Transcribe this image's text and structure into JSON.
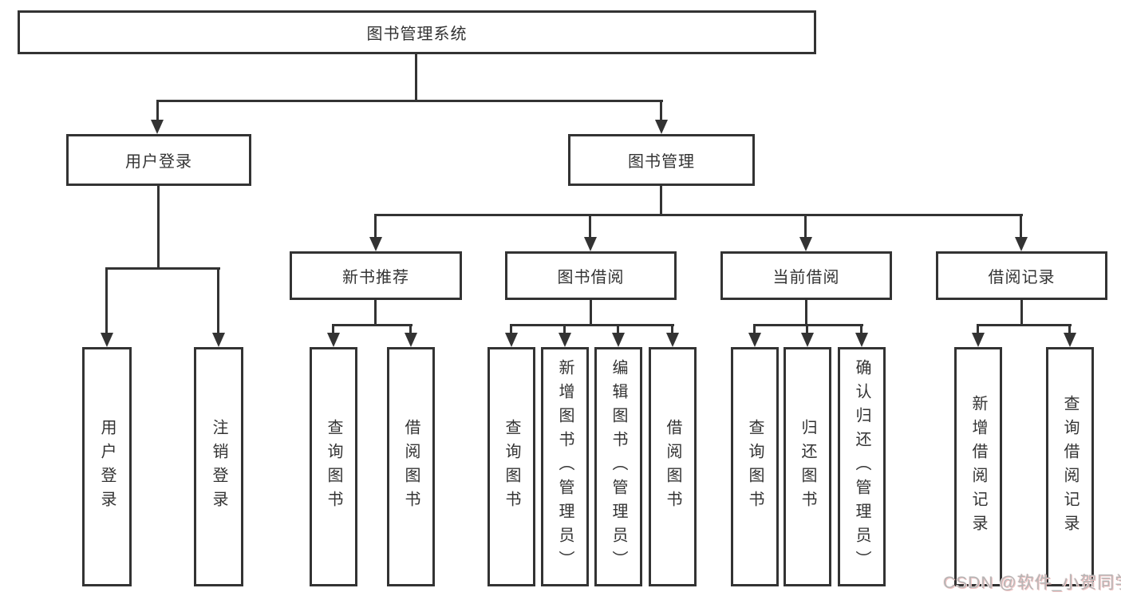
{
  "colors": {
    "line": "#333333",
    "box_border": "#333333",
    "text": "#333333",
    "box_fill": "#ffffff",
    "background": "#ffffff",
    "watermark_text": "#b5b5b5",
    "watermark_tint": "#f0c2c2"
  },
  "tree": {
    "root": {
      "label": "图书管理系统",
      "children": [
        {
          "label": "用户登录",
          "children": [
            {
              "label": "用户登录"
            },
            {
              "label": "注销登录"
            }
          ]
        },
        {
          "label": "图书管理",
          "children": [
            {
              "label": "新书推荐",
              "children": [
                {
                  "label": "查询图书"
                },
                {
                  "label": "借阅图书"
                }
              ]
            },
            {
              "label": "图书借阅",
              "children": [
                {
                  "label": "查询图书"
                },
                {
                  "label": "新增图书（管理员）"
                },
                {
                  "label": "编辑图书（管理员）"
                },
                {
                  "label": "借阅图书"
                }
              ]
            },
            {
              "label": "当前借阅",
              "children": [
                {
                  "label": "查询图书"
                },
                {
                  "label": "归还图书"
                },
                {
                  "label": "确认归还（管理员）"
                }
              ]
            },
            {
              "label": "借阅记录",
              "children": [
                {
                  "label": "新增借阅记录"
                },
                {
                  "label": "查询借阅记录"
                }
              ]
            }
          ]
        }
      ]
    }
  },
  "watermark": {
    "text": "CSDN @软件_小贺同学"
  }
}
